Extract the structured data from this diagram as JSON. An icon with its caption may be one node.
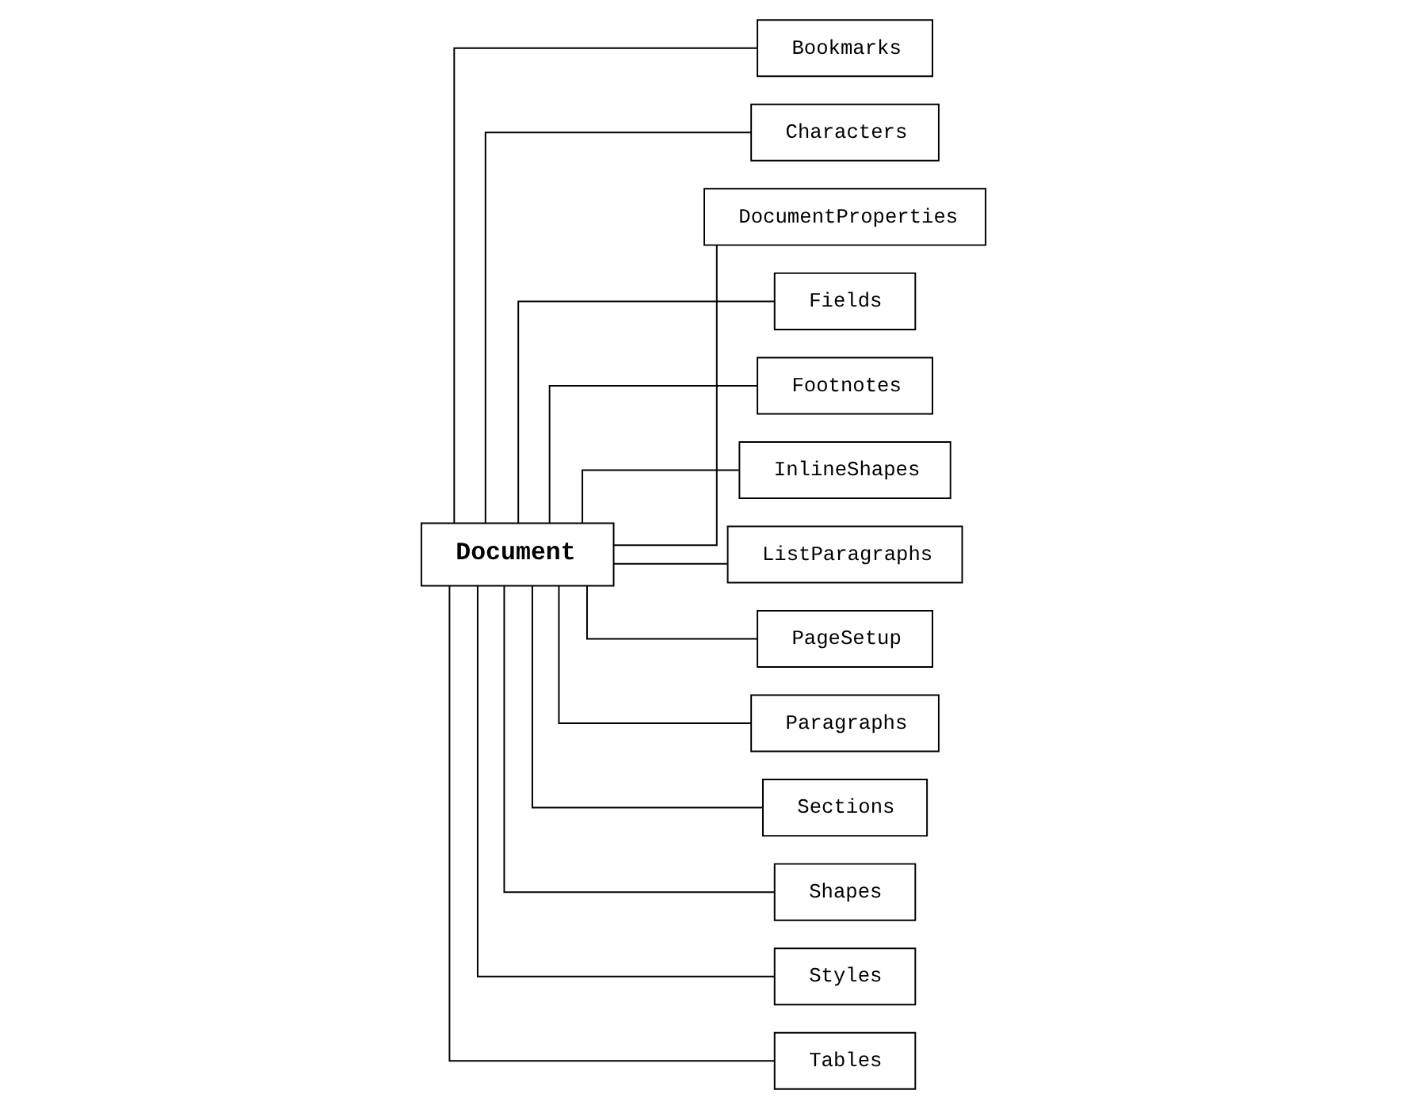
{
  "diagram": {
    "nodes": [
      {
        "text": [
          "Document"
        ]
      },
      {
        "text": [
          "Bookmarks"
        ]
      },
      {
        "text": [
          "Characters"
        ]
      },
      {
        "text": [
          "DocumentProperties"
        ]
      },
      {
        "text": [
          "Fields"
        ]
      },
      {
        "text": [
          "Footnotes"
        ]
      },
      {
        "text": [
          "InlineShapes"
        ]
      },
      {
        "text": [
          "ListParagraphs"
        ]
      },
      {
        "text": [
          "PageSetup"
        ]
      },
      {
        "text": [
          "Paragraphs"
        ]
      },
      {
        "text": [
          "Sections"
        ]
      },
      {
        "text": [
          "Shapes"
        ]
      },
      {
        "text": [
          "Styles"
        ]
      },
      {
        "text": [
          "Tables"
        ]
      }
    ],
    "edges": [
      {
        "from": 0,
        "to": 1,
        "arrow": "none"
      },
      {
        "from": 0,
        "to": 2,
        "arrow": "none"
      },
      {
        "from": 0,
        "to": 3,
        "arrow": "none"
      },
      {
        "from": 0,
        "to": 4,
        "arrow": "none"
      },
      {
        "from": 0,
        "to": 5,
        "arrow": "none"
      },
      {
        "from": 0,
        "to": 6,
        "arrow": "none"
      },
      {
        "from": 0,
        "to": 7,
        "arrow": "none"
      },
      {
        "from": 0,
        "to": 8,
        "arrow": "none"
      },
      {
        "from": 0,
        "to": 9,
        "arrow": "none"
      },
      {
        "from": 0,
        "to": 10,
        "arrow": "none"
      },
      {
        "from": 0,
        "to": 11,
        "arrow": "none"
      },
      {
        "from": 0,
        "to": 12,
        "arrow": "none"
      },
      {
        "from": 0,
        "to": 13,
        "arrow": "none"
      }
    ]
  }
}
